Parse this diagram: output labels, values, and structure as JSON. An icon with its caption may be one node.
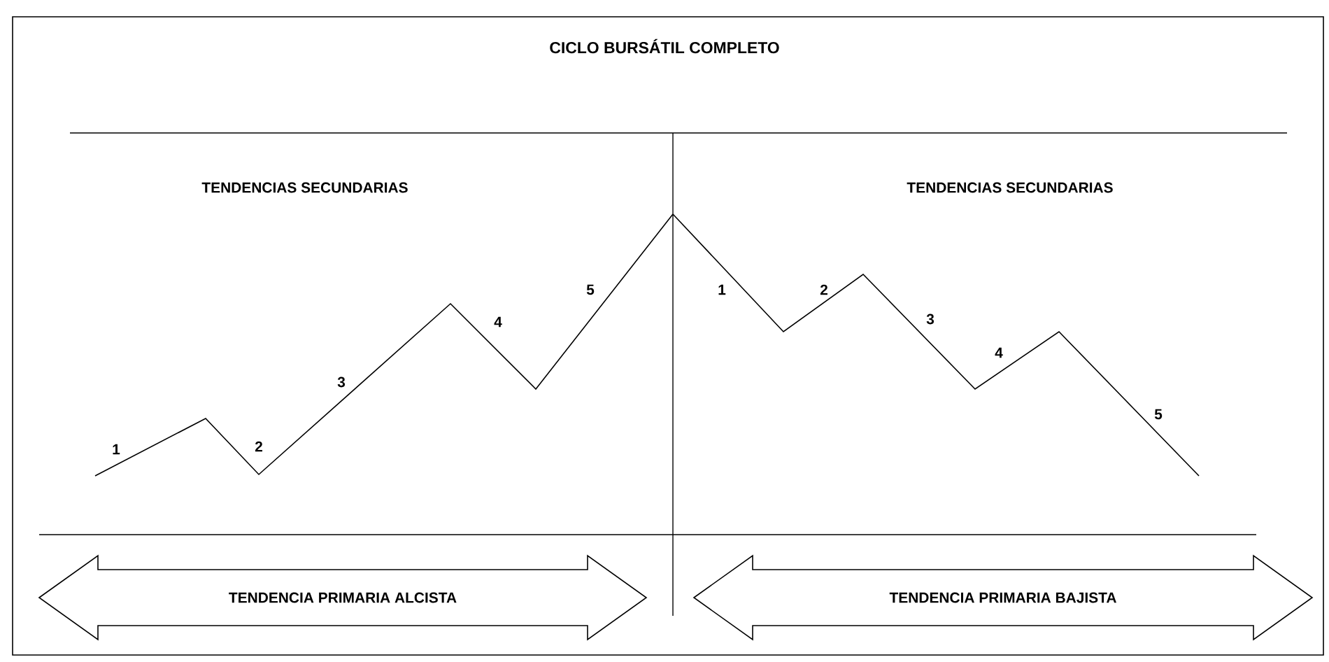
{
  "diagram": {
    "title": "CICLO BURSÁTIL COMPLETO",
    "nodes": [
      {
        "text": [
          "TENDENCIA PRIMARIA ALCISTA"
        ]
      },
      {
        "text": [
          "TENDENCIA PRIMARIA BAJISTA"
        ]
      }
    ],
    "labels": [
      "TENDENCIAS SECUNDARIAS",
      "TENDENCIAS SECUNDARIAS",
      "1",
      "2",
      "3",
      "4",
      "5",
      "1",
      "2",
      "3",
      "4",
      "5"
    ]
  }
}
